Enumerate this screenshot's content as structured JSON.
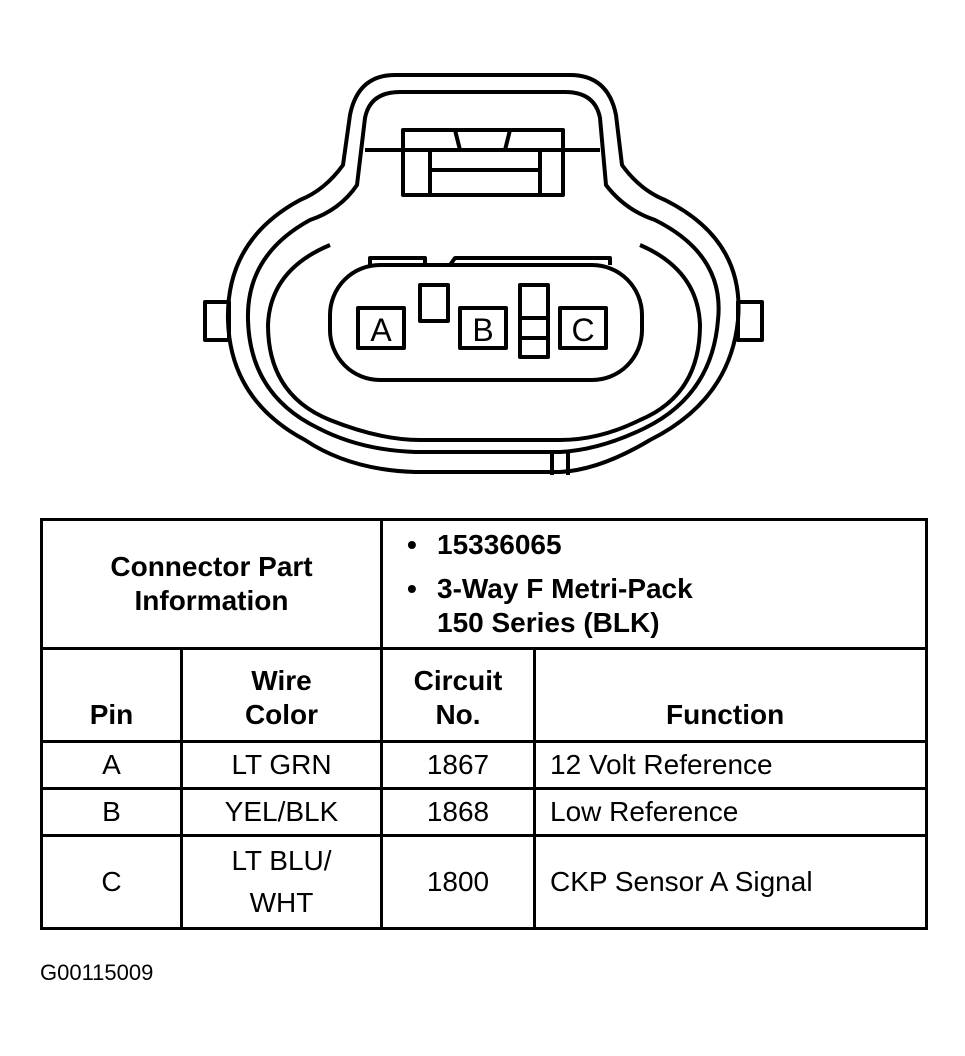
{
  "connector": {
    "cavities": [
      "A",
      "B",
      "C"
    ]
  },
  "table": {
    "part_info_label_line1": "Connector Part",
    "part_info_label_line2": "Information",
    "part_number": "15336065",
    "description_line1": "3-Way F Metri-Pack",
    "description_line2": "150 Series (BLK)",
    "columns": {
      "pin": "Pin",
      "wire_color_line1": "Wire",
      "wire_color_line2": "Color",
      "circuit_line1": "Circuit",
      "circuit_line2": "No.",
      "function": "Function"
    },
    "rows": [
      {
        "pin": "A",
        "wire_color": "LT GRN",
        "circuit": "1867",
        "function": "12 Volt Reference"
      },
      {
        "pin": "B",
        "wire_color": "YEL/BLK",
        "circuit": "1868",
        "function": "Low Reference"
      },
      {
        "pin": "C",
        "wire_color_line1": "LT BLU/",
        "wire_color_line2": "WHT",
        "circuit": "1800",
        "function": "CKP Sensor A Signal"
      }
    ]
  },
  "figure_code": "G00115009"
}
